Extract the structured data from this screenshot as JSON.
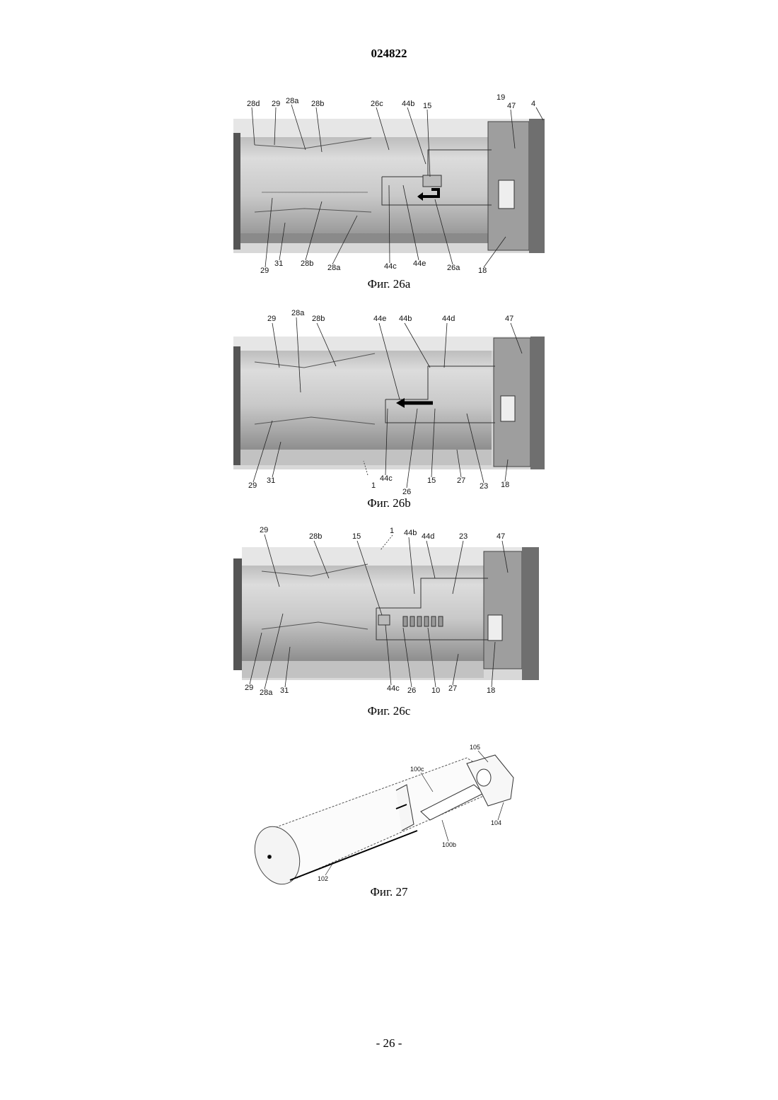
{
  "header": {
    "doc_number": "024822"
  },
  "figures": {
    "fig26a": {
      "caption": "Фиг. 26a",
      "labels_top": [
        "28d",
        "29",
        "28a",
        "28b",
        "26c",
        "44b",
        "15",
        "19",
        "47",
        "4"
      ],
      "labels_bottom": [
        "29",
        "31",
        "28b",
        "28a",
        "44c",
        "44e",
        "26a",
        "18"
      ]
    },
    "fig26b": {
      "caption": "Фиг. 26b",
      "labels_top": [
        "29",
        "28a",
        "28b",
        "44e",
        "44b",
        "44d",
        "47"
      ],
      "labels_bottom": [
        "29",
        "31",
        "1",
        "44c",
        "26",
        "15",
        "27",
        "23",
        "18"
      ]
    },
    "fig26c": {
      "caption": "Фиг. 26c",
      "labels_top": [
        "29",
        "28b",
        "15",
        "1",
        "44b",
        "44d",
        "23",
        "47"
      ],
      "labels_bottom": [
        "29",
        "28a",
        "31",
        "44c",
        "26",
        "10",
        "27",
        "18"
      ]
    },
    "fig27": {
      "caption": "Фиг. 27",
      "labels": [
        "105",
        "100c",
        "104",
        "100b",
        "102"
      ]
    }
  },
  "footer": {
    "page_number": "- 26 -"
  }
}
